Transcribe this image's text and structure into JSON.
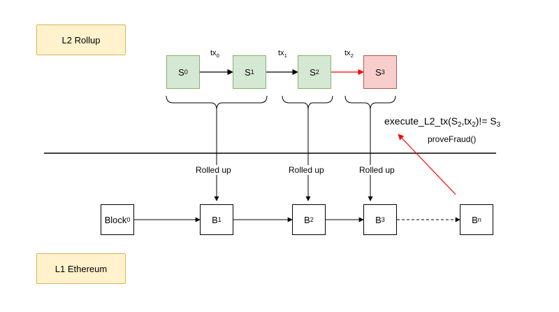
{
  "layers": {
    "l2": "L2 Rollup",
    "l1": "L1 Ethereum"
  },
  "states": [
    {
      "base": "S",
      "sub": "0"
    },
    {
      "base": "S",
      "sub": "1"
    },
    {
      "base": "S",
      "sub": "2"
    },
    {
      "base": "S",
      "sub": "3"
    }
  ],
  "transactions": [
    {
      "base": "tx",
      "sub": "0"
    },
    {
      "base": "tx",
      "sub": "1"
    },
    {
      "base": "tx",
      "sub": "2"
    }
  ],
  "blocks": [
    {
      "base": "Block",
      "sub": "0"
    },
    {
      "base": "B",
      "sub": "1"
    },
    {
      "base": "B",
      "sub": "2"
    },
    {
      "base": "B",
      "sub": "3"
    },
    {
      "base": "B",
      "sub": "n"
    }
  ],
  "rolled_up_label": "Rolled up",
  "fraud": {
    "execute_prefix": "execute_L2_tx(",
    "arg_state": {
      "base": "S",
      "sub": "2"
    },
    "comma": ",",
    "arg_tx": {
      "base": "tx",
      "sub": "2"
    },
    "suffix": ")!= ",
    "result_state": {
      "base": "S",
      "sub": "3"
    },
    "prove": "proveFraud()"
  },
  "colors": {
    "valid_state": "#d5e8d4",
    "invalid_state": "#f8cecc",
    "layer_label": "#fff2cc",
    "fraud_arrow": "#ff0000"
  }
}
